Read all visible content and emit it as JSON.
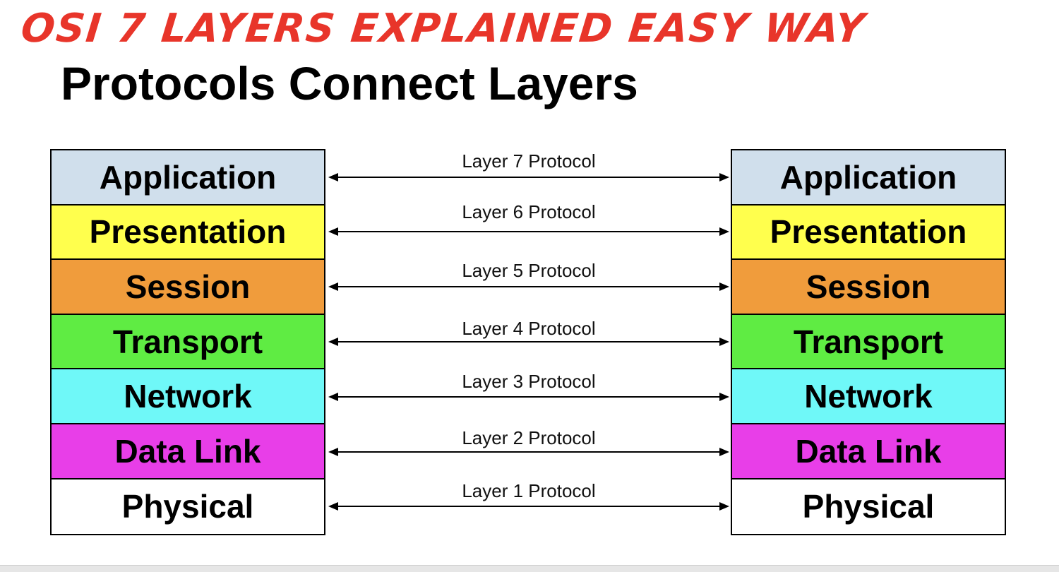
{
  "banner": "OSI 7 Layers Explained Easy Way",
  "title": "Protocols Connect Layers",
  "colors": {
    "banner_red": "#e8352a",
    "application": "#d0dfec",
    "presentation": "#ffff4d",
    "session": "#f09c3c",
    "transport": "#5fec43",
    "network": "#6ff8f8",
    "data_link": "#e83ee8",
    "physical": "#ffffff"
  },
  "left_stack": [
    {
      "label": "Application",
      "color": "#d0dfec"
    },
    {
      "label": "Presentation",
      "color": "#ffff4d"
    },
    {
      "label": "Session",
      "color": "#f09c3c"
    },
    {
      "label": "Transport",
      "color": "#5fec43"
    },
    {
      "label": "Network",
      "color": "#6ff8f8"
    },
    {
      "label": "Data Link",
      "color": "#e83ee8"
    },
    {
      "label": "Physical",
      "color": "#ffffff"
    }
  ],
  "right_stack": [
    {
      "label": "Application",
      "color": "#d0dfec"
    },
    {
      "label": "Presentation",
      "color": "#ffff4d"
    },
    {
      "label": "Session",
      "color": "#f09c3c"
    },
    {
      "label": "Transport",
      "color": "#5fec43"
    },
    {
      "label": "Network",
      "color": "#6ff8f8"
    },
    {
      "label": "Data Link",
      "color": "#e83ee8"
    },
    {
      "label": "Physical",
      "color": "#ffffff"
    }
  ],
  "protocols": [
    "Layer 7 Protocol",
    "Layer 6 Protocol",
    "Layer 5 Protocol",
    "Layer 4 Protocol",
    "Layer 3 Protocol",
    "Layer 2 Protocol",
    "Layer 1 Protocol"
  ]
}
